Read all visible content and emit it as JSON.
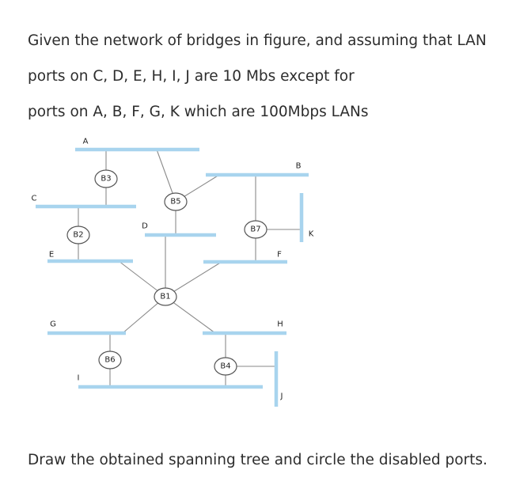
{
  "question": {
    "line1": "Given the network of bridges in figure, and assuming that LAN",
    "line2": "ports on C, D, E, H, I, J are 10 Mbs except for",
    "line3": "ports on A, B, F, G, K which are 100Mbps LANs",
    "instruction": "Draw the obtained spanning tree and circle the disabled ports."
  },
  "diagram": {
    "lans": [
      {
        "id": "A",
        "label": "A"
      },
      {
        "id": "B",
        "label": "B"
      },
      {
        "id": "C",
        "label": "C"
      },
      {
        "id": "D",
        "label": "D"
      },
      {
        "id": "E",
        "label": "E"
      },
      {
        "id": "F",
        "label": "F"
      },
      {
        "id": "G",
        "label": "G"
      },
      {
        "id": "H",
        "label": "H"
      },
      {
        "id": "I",
        "label": "I"
      },
      {
        "id": "J",
        "label": "J"
      },
      {
        "id": "K",
        "label": "K"
      }
    ],
    "bridges": [
      {
        "id": "B1",
        "label": "B1"
      },
      {
        "id": "B2",
        "label": "B2"
      },
      {
        "id": "B3",
        "label": "B3"
      },
      {
        "id": "B4",
        "label": "B4"
      },
      {
        "id": "B5",
        "label": "B5"
      },
      {
        "id": "B6",
        "label": "B6"
      },
      {
        "id": "B7",
        "label": "B7"
      }
    ],
    "links": [
      {
        "bridge": "B3",
        "lan": "A"
      },
      {
        "bridge": "B3",
        "lan": "C"
      },
      {
        "bridge": "B2",
        "lan": "C"
      },
      {
        "bridge": "B2",
        "lan": "E"
      },
      {
        "bridge": "B5",
        "lan": "A"
      },
      {
        "bridge": "B5",
        "lan": "B"
      },
      {
        "bridge": "B5",
        "lan": "D"
      },
      {
        "bridge": "B7",
        "lan": "B"
      },
      {
        "bridge": "B7",
        "lan": "F"
      },
      {
        "bridge": "B7",
        "lan": "K"
      },
      {
        "bridge": "B1",
        "lan": "D"
      },
      {
        "bridge": "B1",
        "lan": "E"
      },
      {
        "bridge": "B1",
        "lan": "F"
      },
      {
        "bridge": "B1",
        "lan": "G"
      },
      {
        "bridge": "B1",
        "lan": "H"
      },
      {
        "bridge": "B6",
        "lan": "G"
      },
      {
        "bridge": "B6",
        "lan": "I"
      },
      {
        "bridge": "B4",
        "lan": "H"
      },
      {
        "bridge": "B4",
        "lan": "I"
      },
      {
        "bridge": "B4",
        "lan": "J"
      }
    ]
  }
}
